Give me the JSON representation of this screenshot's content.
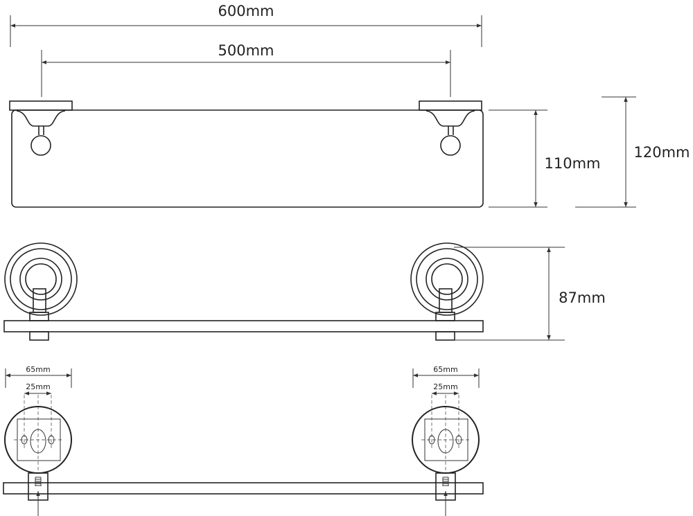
{
  "dimensions": {
    "overall_width": "600mm",
    "fixing_centres": "500mm",
    "glass_height": "110mm",
    "total_height": "120mm",
    "projection": "87mm",
    "rose_diameter_left": "65mm",
    "hole_spacing_left": "25mm",
    "rose_diameter_right": "65mm",
    "hole_spacing_right": "25mm"
  },
  "colors": {
    "line": "#222222",
    "background": "#ffffff"
  }
}
